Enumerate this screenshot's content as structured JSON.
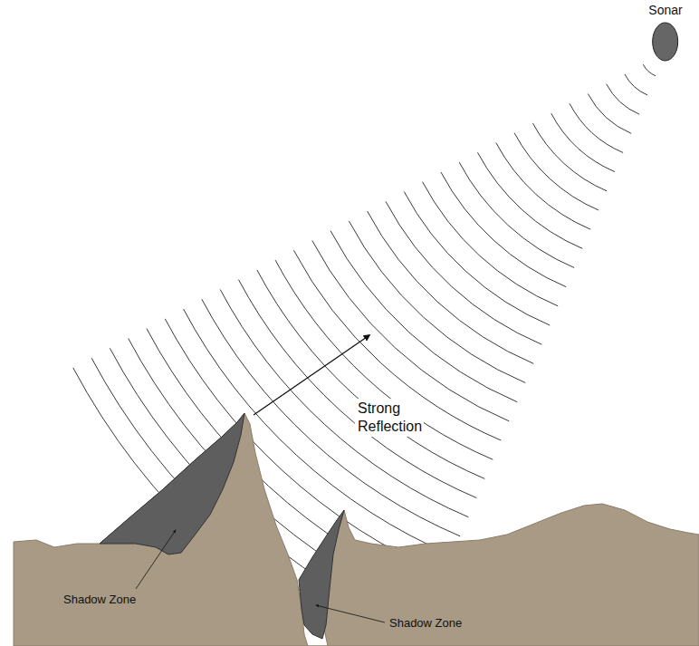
{
  "diagram": {
    "nodes": [
      {
        "text": [
          "Sonar"
        ]
      }
    ],
    "labels": [
      "Strong Reflection",
      "Shadow Zone",
      "Shadow Zone"
    ]
  }
}
